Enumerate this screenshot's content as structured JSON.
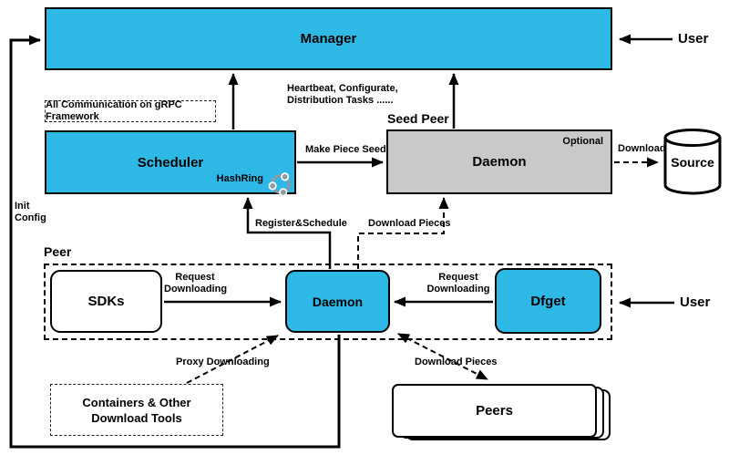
{
  "colors": {
    "accent_cyan": "#2eb8e6",
    "seed_daemon_gray": "#c9c9c9",
    "line_black": "#000000",
    "hashring_icon_gray": "#8f9aa3"
  },
  "manager": {
    "label": "Manager"
  },
  "users": {
    "top": "User",
    "bottom": "User"
  },
  "notes": {
    "grpc": "All Communication on gRPC Framework",
    "heartbeat_line1": "Heartbeat, Configurate,",
    "heartbeat_line2": "Distribution Tasks ......"
  },
  "scheduler": {
    "label": "Scheduler",
    "hashring": "HashRing"
  },
  "seed_peer": {
    "group_label": "Seed Peer",
    "daemon": "Daemon",
    "optional": "Optional"
  },
  "source": {
    "label": "Source"
  },
  "peer": {
    "group_label": "Peer",
    "sdks": "SDKs",
    "daemon": "Daemon",
    "dfget": "Dfget"
  },
  "containers": {
    "line1": "Containers & Other",
    "line2": "Download Tools"
  },
  "peers": {
    "label": "Peers"
  },
  "edges": {
    "make_piece_seed": "Make Piece Seed",
    "download": "Download",
    "register_schedule": "Register&Schedule",
    "download_pieces_top": "Download Pieces",
    "request_downloading_left_line1": "Request",
    "request_downloading_left_line2": "Downloading",
    "request_downloading_right_line1": "Request",
    "request_downloading_right_line2": "Downloading",
    "proxy_downloading": "Proxy Downloading",
    "download_pieces_bottom": "Download Pieces",
    "init_line1": "Init",
    "init_line2": "Config"
  }
}
